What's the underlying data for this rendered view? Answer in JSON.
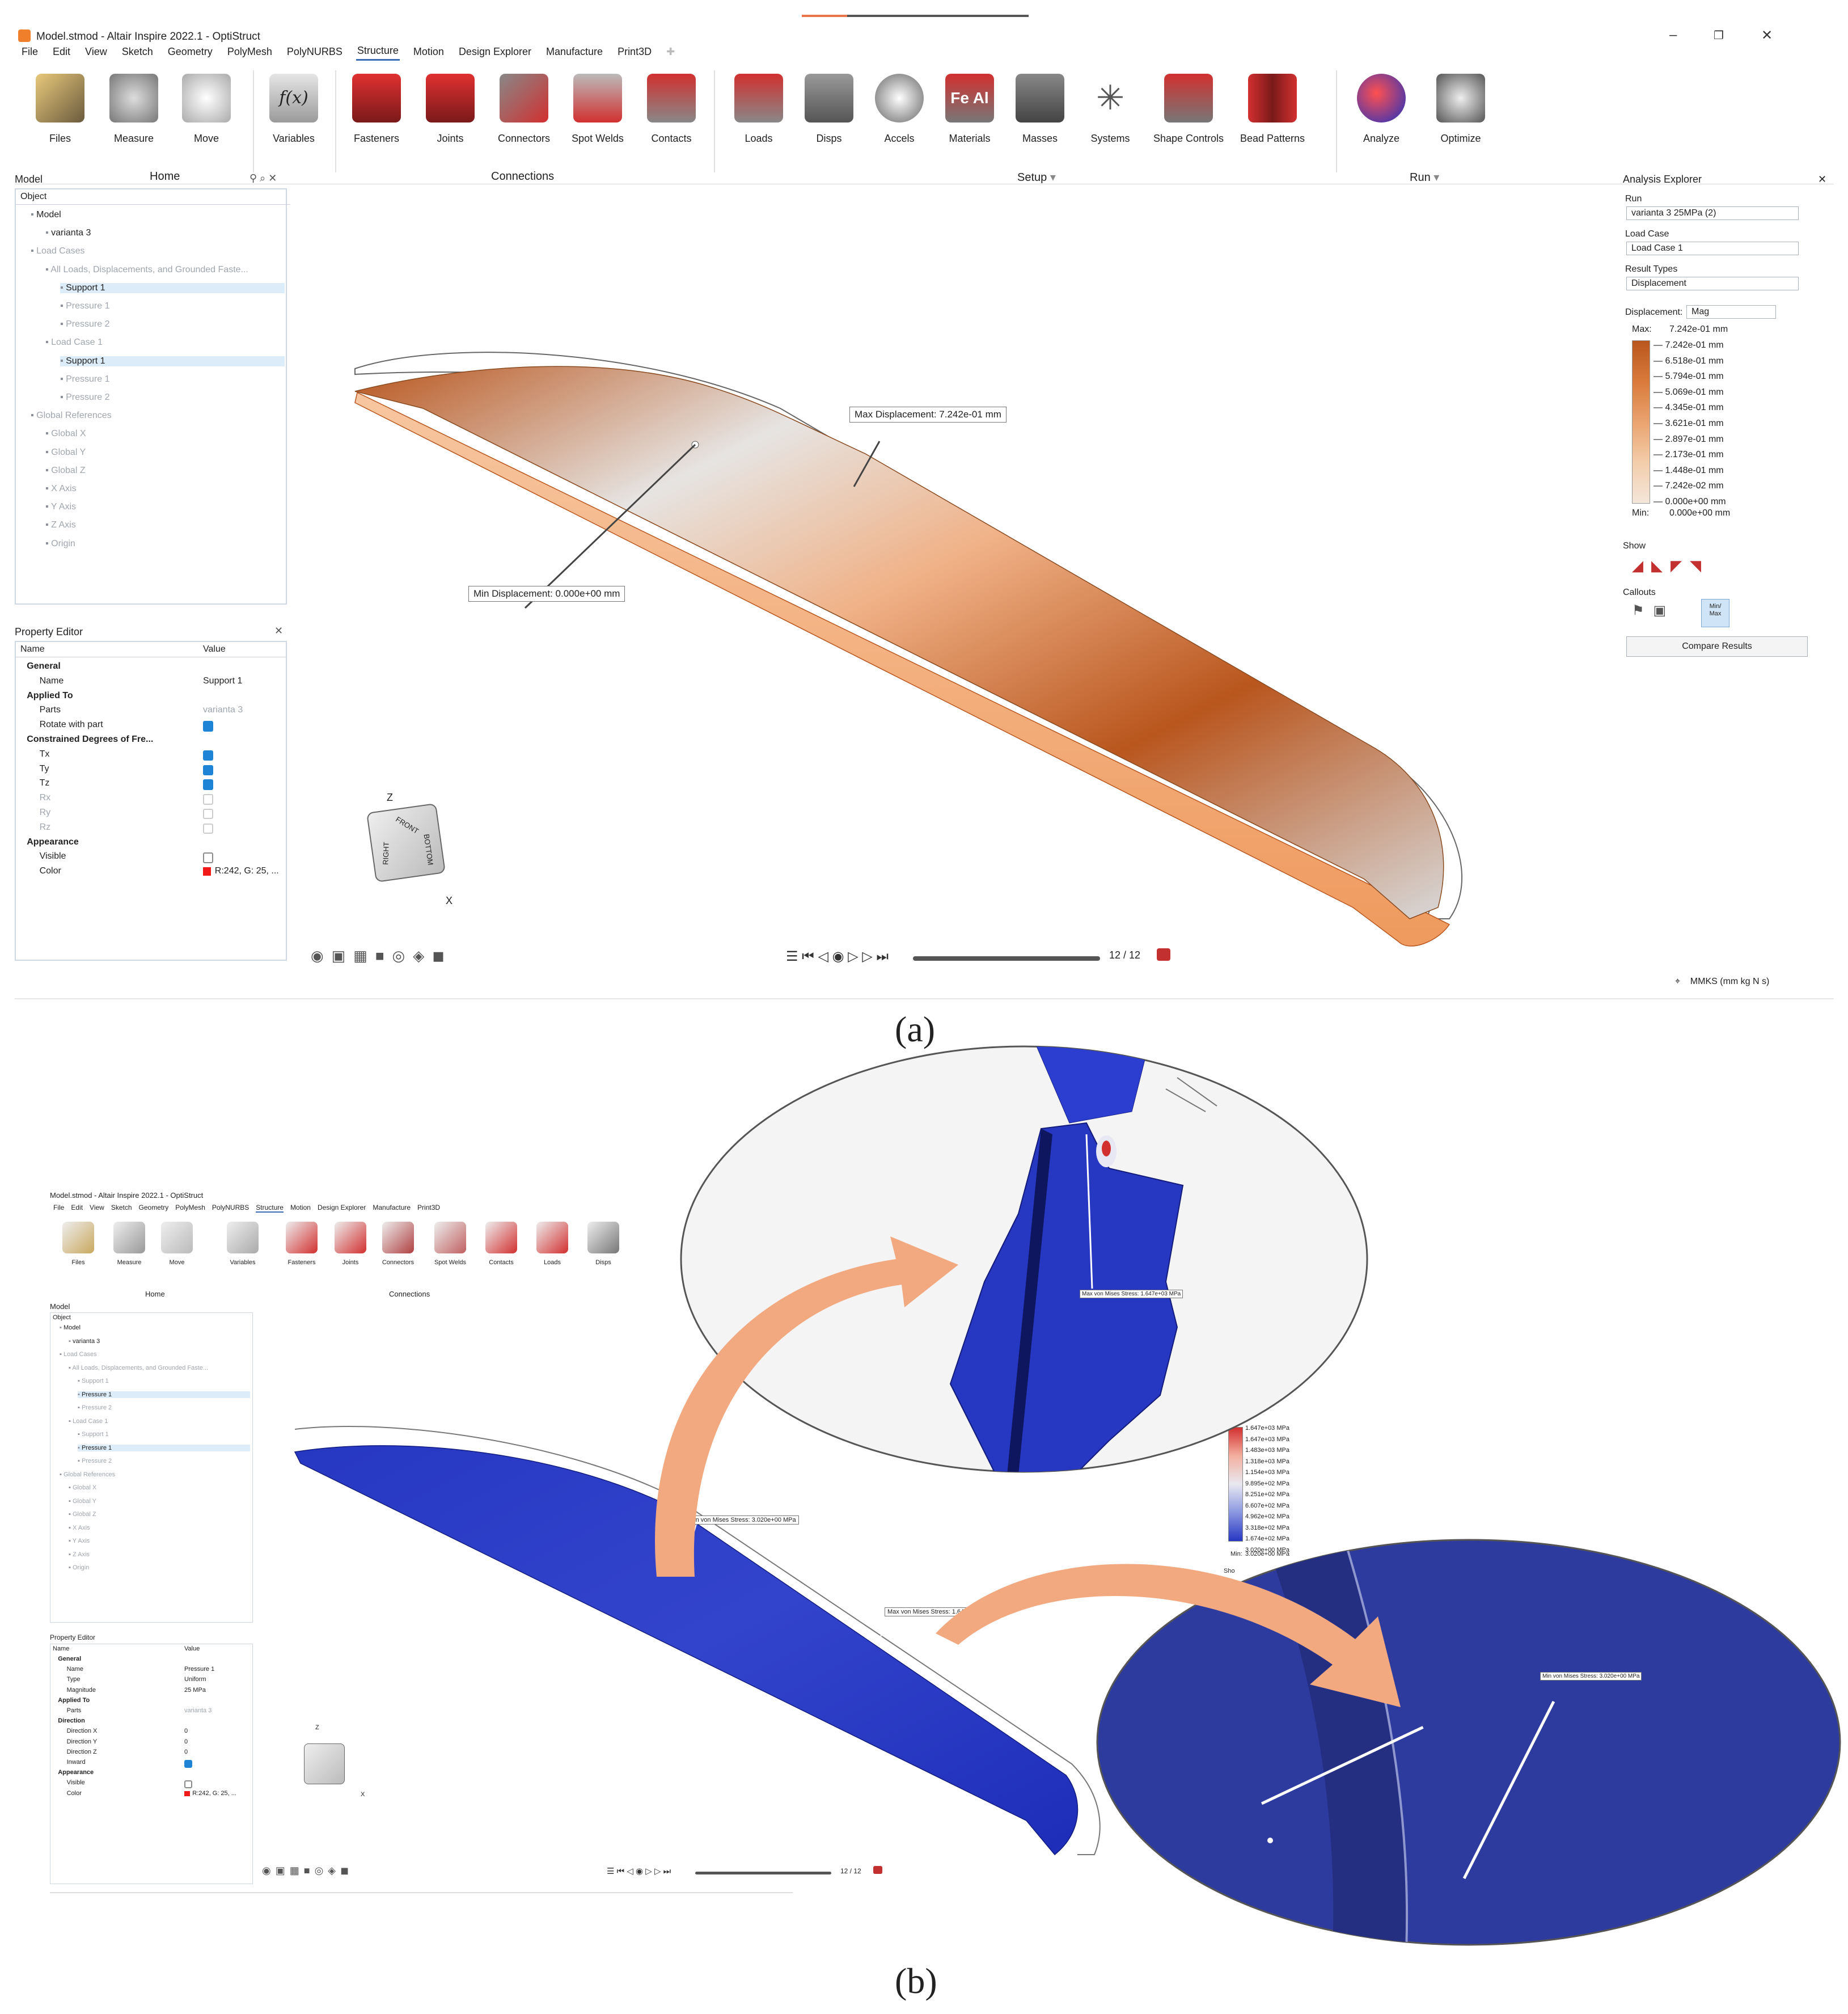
{
  "panel_a": {
    "window_title": "Model.stmod - Altair Inspire 2022.1 - OptiStruct",
    "window_controls": {
      "minimize": "–",
      "restore": "❐",
      "close": "✕"
    },
    "menu": [
      "File",
      "Edit",
      "View",
      "Sketch",
      "Geometry",
      "PolyMesh",
      "PolyNURBS",
      "Structure",
      "Motion",
      "Design Explorer",
      "Manufacture",
      "Print3D"
    ],
    "ribbon_tools": [
      "Files",
      "Measure",
      "Move",
      "Variables",
      "Fasteners",
      "Joints",
      "Connectors",
      "Spot Welds",
      "Contacts",
      "Loads",
      "Disps",
      "Accels",
      "Materials",
      "Masses",
      "Systems",
      "Shape Controls",
      "Bead Patterns",
      "Analyze",
      "Optimize"
    ],
    "ribbon_groups": {
      "home": "Home",
      "connections": "Connections",
      "setup": "Setup",
      "run": "Run"
    },
    "model_panel": {
      "title": "Model",
      "header": "Object",
      "rows": [
        {
          "label": "Model",
          "style": "normal"
        },
        {
          "label": "varianta 3",
          "style": "normal"
        },
        {
          "label": "Load Cases",
          "style": "gray"
        },
        {
          "label": "All Loads, Displacements, and Grounded Faste...",
          "style": "gray"
        },
        {
          "label": "Support 1",
          "style": "sel"
        },
        {
          "label": "Pressure 1",
          "style": "gray"
        },
        {
          "label": "Pressure 2",
          "style": "gray"
        },
        {
          "label": "Load Case 1",
          "style": "gray"
        },
        {
          "label": "Support 1",
          "style": "sel"
        },
        {
          "label": "Pressure 1",
          "style": "gray"
        },
        {
          "label": "Pressure 2",
          "style": "gray"
        },
        {
          "label": "Global References",
          "style": "gray"
        },
        {
          "label": "Global X",
          "style": "gray"
        },
        {
          "label": "Global Y",
          "style": "gray"
        },
        {
          "label": "Global Z",
          "style": "gray"
        },
        {
          "label": "X Axis",
          "style": "gray"
        },
        {
          "label": "Y Axis",
          "style": "gray"
        },
        {
          "label": "Z Axis",
          "style": "gray"
        },
        {
          "label": "Origin",
          "style": "gray"
        }
      ]
    },
    "property_editor": {
      "title": "Property Editor",
      "col_name": "Name",
      "col_value": "Value",
      "rows": [
        {
          "name": "General",
          "value": "",
          "type": "section"
        },
        {
          "name": "Name",
          "value": "Support 1",
          "type": "text"
        },
        {
          "name": "Applied To",
          "value": "",
          "type": "section"
        },
        {
          "name": "Parts",
          "value": "varianta 3",
          "type": "gray"
        },
        {
          "name": "Rotate with part",
          "value": "",
          "type": "check_on"
        },
        {
          "name": "Constrained Degrees of Fre...",
          "value": "",
          "type": "section"
        },
        {
          "name": "Tx",
          "value": "",
          "type": "check_on"
        },
        {
          "name": "Ty",
          "value": "",
          "type": "check_on"
        },
        {
          "name": "Tz",
          "value": "",
          "type": "check_on"
        },
        {
          "name": "Rx",
          "value": "",
          "type": "check_off_gray"
        },
        {
          "name": "Ry",
          "value": "",
          "type": "check_off_gray"
        },
        {
          "name": "Rz",
          "value": "",
          "type": "check_off_gray"
        },
        {
          "name": "Appearance",
          "value": "",
          "type": "section"
        },
        {
          "name": "Visible",
          "value": "",
          "type": "check_off"
        },
        {
          "name": "Color",
          "value": "R:242, G: 25, ...",
          "type": "color"
        }
      ]
    },
    "analysis_explorer": {
      "title": "Analysis Explorer",
      "run_label": "Run",
      "run_value": "varianta 3 25MPa (2)",
      "load_case_label": "Load Case",
      "load_case_value": "Load Case 1",
      "result_types_label": "Result Types",
      "result_types_value": "Displacement",
      "displacement_label": "Displacement:",
      "displacement_mode": "Mag",
      "max_label": "Max:",
      "max_value": "7.242e-01 mm",
      "min_label": "Min:",
      "min_value": "0.000e+00 mm",
      "legend": [
        "7.242e-01 mm",
        "6.518e-01 mm",
        "5.794e-01 mm",
        "5.069e-01 mm",
        "4.345e-01 mm",
        "3.621e-01 mm",
        "2.897e-01 mm",
        "2.173e-01 mm",
        "1.448e-01 mm",
        "7.242e-02 mm",
        "0.000e+00 mm"
      ],
      "show_label": "Show",
      "callouts_label": "Callouts",
      "minmax_label": "Min/\nMax",
      "compare_button": "Compare Results"
    },
    "callouts": {
      "max": "Max Displacement: 7.242e-01 mm",
      "min": "Min Displacement: 0.000e+00 mm"
    },
    "playback": {
      "frame": "12 / 12"
    },
    "units": "MMKS (mm kg N s)",
    "viewcube": {
      "front": "FRONT",
      "right": "RIGHT",
      "bottom": "BOTTOM",
      "z": "Z",
      "x": "X"
    },
    "caption": "(a)",
    "colors": {
      "orange_dark": "#b9561e",
      "orange_light": "#f2a36b",
      "gray_mid": "#c8c8c8",
      "accent": "#3a6fb5"
    }
  },
  "panel_b": {
    "window_title": "Model.stmod - Altair Inspire 2022.1 - OptiStruct",
    "menu": [
      "File",
      "Edit",
      "View",
      "Sketch",
      "Geometry",
      "PolyMesh",
      "PolyNURBS",
      "Structure",
      "Motion",
      "Design Explorer",
      "Manufacture",
      "Print3D"
    ],
    "ribbon_tools": [
      "Files",
      "Measure",
      "Move",
      "Variables",
      "Fasteners",
      "Joints",
      "Connectors",
      "Spot Welds",
      "Contacts",
      "Loads",
      "Disps"
    ],
    "ribbon_groups": {
      "home": "Home",
      "connections": "Connections"
    },
    "model_panel": {
      "title": "Model",
      "header": "Object",
      "rows": [
        {
          "label": "Model",
          "style": "normal"
        },
        {
          "label": "varianta 3",
          "style": "normal"
        },
        {
          "label": "Load Cases",
          "style": "gray"
        },
        {
          "label": "All Loads, Displacements, and Grounded Faste...",
          "style": "gray"
        },
        {
          "label": "Support 1",
          "style": "gray"
        },
        {
          "label": "Pressure 1",
          "style": "sel"
        },
        {
          "label": "Pressure 2",
          "style": "gray"
        },
        {
          "label": "Load Case 1",
          "style": "gray"
        },
        {
          "label": "Support 1",
          "style": "gray"
        },
        {
          "label": "Pressure 1",
          "style": "sel"
        },
        {
          "label": "Pressure 2",
          "style": "gray"
        },
        {
          "label": "Global References",
          "style": "gray"
        },
        {
          "label": "Global X",
          "style": "gray"
        },
        {
          "label": "Global Y",
          "style": "gray"
        },
        {
          "label": "Global Z",
          "style": "gray"
        },
        {
          "label": "X Axis",
          "style": "gray"
        },
        {
          "label": "Y Axis",
          "style": "gray"
        },
        {
          "label": "Z Axis",
          "style": "gray"
        },
        {
          "label": "Origin",
          "style": "gray"
        }
      ]
    },
    "property_editor": {
      "title": "Property Editor",
      "col_name": "Name",
      "col_value": "Value",
      "rows": [
        {
          "name": "General",
          "value": "",
          "type": "section"
        },
        {
          "name": "Name",
          "value": "Pressure 1",
          "type": "text"
        },
        {
          "name": "Type",
          "value": "Uniform",
          "type": "text"
        },
        {
          "name": "Magnitude",
          "value": "25 MPa",
          "type": "text"
        },
        {
          "name": "Applied To",
          "value": "",
          "type": "section"
        },
        {
          "name": "Parts",
          "value": "varianta 3",
          "type": "gray"
        },
        {
          "name": "Direction",
          "value": "",
          "type": "section"
        },
        {
          "name": "Direction X",
          "value": "0",
          "type": "text"
        },
        {
          "name": "Direction Y",
          "value": "0",
          "type": "text"
        },
        {
          "name": "Direction Z",
          "value": "0",
          "type": "text"
        },
        {
          "name": "Inward",
          "value": "",
          "type": "check_on"
        },
        {
          "name": "Appearance",
          "value": "",
          "type": "section"
        },
        {
          "name": "Visible",
          "value": "",
          "type": "check_off"
        },
        {
          "name": "Color",
          "value": "R:242, G: 25, ...",
          "type": "color"
        }
      ]
    },
    "legend": [
      "1.647e+03 MPa",
      "1.647e+03 MPa",
      "1.483e+03 MPa",
      "1.318e+03 MPa",
      "1.154e+03 MPa",
      "9.895e+02 MPa",
      "8.251e+02 MPa",
      "6.607e+02 MPa",
      "4.962e+02 MPa",
      "3.318e+02 MPa",
      "1.674e+02 MPa",
      "3.020e+00 MPa"
    ],
    "legend_min_label": "Min:",
    "legend_min_value": "3.020e+00 MPa",
    "legend_partial": "Sho",
    "callouts": {
      "min_main": "Min von Mises Stress: 3.020e+00 MPa",
      "max_main": "Max von Mises Stress: 1.647e+03 MPa",
      "max_zoom": "Max von Mises Stress: 1.647e+03 MPa",
      "min_zoom": "Min von Mises Stress: 3.020e+00 MPa"
    },
    "playback": {
      "frame": "12 / 12"
    },
    "caption": "(b)",
    "colors": {
      "blue_dark": "#1d2db8",
      "blue_mid": "#3344cc",
      "blue_zoom": "#2e3b9e",
      "arrow": "#f2a980"
    }
  }
}
